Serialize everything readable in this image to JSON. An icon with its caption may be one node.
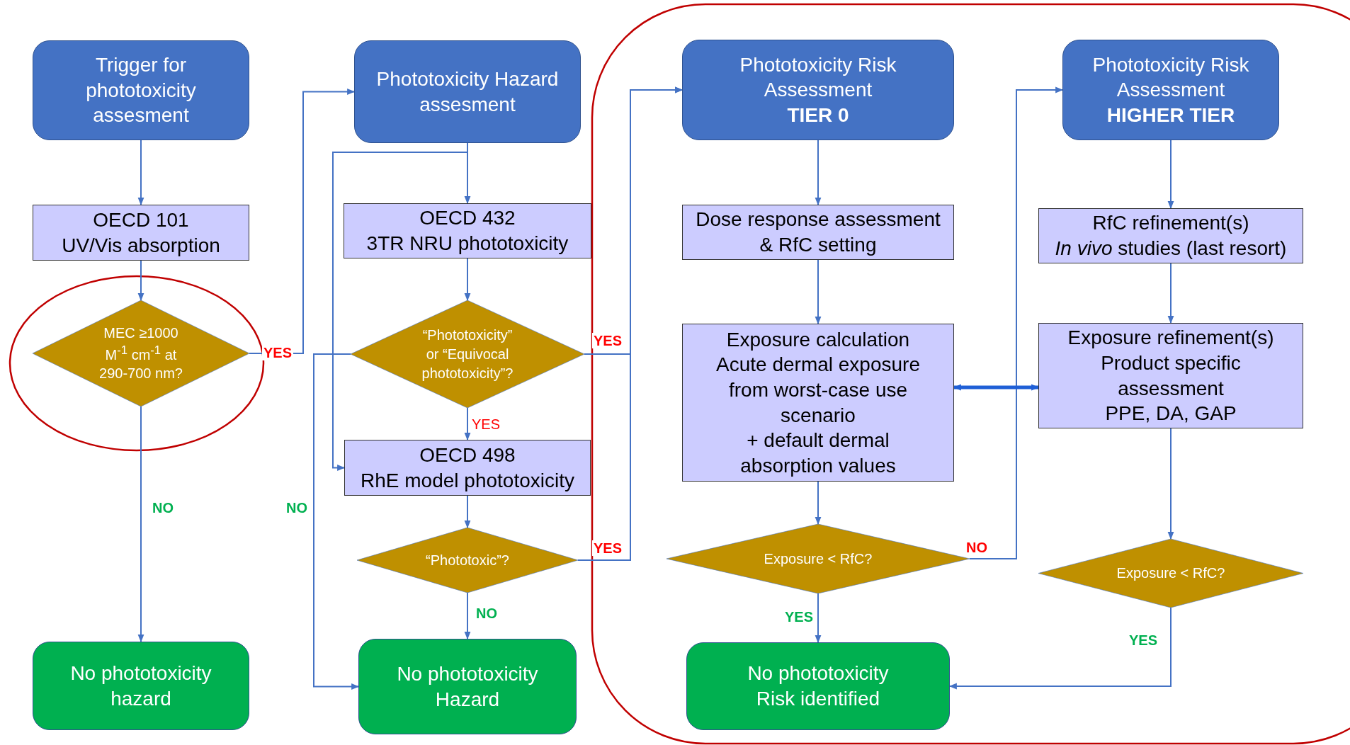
{
  "diagram": {
    "nodes": [
      {
        "text": [
          "Trigger for phototoxicity assesment"
        ]
      },
      {
        "text": [
          "OECD 101",
          "UV/Vis absorption"
        ]
      },
      {
        "text": [
          "MEC ≥1000 M$^{-1}$ cm$^{-1}$ at 290-700 nm?"
        ]
      },
      {
        "text": [
          "No phototoxicity hazard"
        ]
      },
      {
        "text": [
          "Phototoxicity Hazard assesment"
        ]
      },
      {
        "text": [
          "OECD 432",
          "3TR NRU phototoxicity"
        ]
      },
      {
        "text": [
          "“Phototoxicity” or “Equivocal phototoxicity”?"
        ]
      },
      {
        "text": [
          "OECD 498",
          "RhE model phototoxicity"
        ]
      },
      {
        "text": [
          "“Phototoxic”?"
        ]
      },
      {
        "text": [
          "No phototoxicity Hazard"
        ]
      },
      {
        "text": [
          "Phototoxicity Risk Assessment",
          "TIER 0"
        ]
      },
      {
        "text": [
          "Phototoxicity Risk Assessment",
          "HIGHER TIER"
        ]
      },
      {
        "text": [
          "Dose response assessment",
          "& RfC setting"
        ]
      },
      {
        "text": [
          "RfC refinement(s)",
          "*In vivo* studies (last resort)"
        ]
      },
      {
        "text": [
          "Exposure calculation Acute dermal exposure from worst-case use scenario",
          "+ default dermal absorption values"
        ]
      },
      {
        "text": [
          "Exposure refinement(s) Product specific assessment",
          "PPE, DA, GAP"
        ]
      },
      {
        "text": [
          "Exposure < RfC?"
        ]
      },
      {
        "text": [
          "Exposure < RfC?"
        ]
      },
      {
        "text": [
          "No phototoxicity Risk identified"
        ]
      }
    ],
    "edges": [
      {
        "from": 0,
        "to": 1,
        "arrow": "to"
      },
      {
        "from": 1,
        "to": 2,
        "arrow": "to"
      },
      {
        "from": 2,
        "to": 3,
        "arrow": "to",
        "label": "NO"
      },
      {
        "from": 2,
        "to": 4,
        "arrow": "to",
        "label": "YES"
      },
      {
        "from": 4,
        "to": 5,
        "arrow": "to"
      },
      {
        "from": 4,
        "to": 7,
        "arrow": "to"
      },
      {
        "from": 5,
        "to": 6,
        "arrow": "to"
      },
      {
        "from": 6,
        "to": 7,
        "arrow": "to",
        "label": "YES"
      },
      {
        "from": 6,
        "to": 9,
        "arrow": "to",
        "label": "NO"
      },
      {
        "from": 6,
        "to": 10,
        "arrow": "to",
        "label": "YES"
      },
      {
        "from": 7,
        "to": 8,
        "arrow": "to"
      },
      {
        "from": 8,
        "to": 9,
        "arrow": "to",
        "label": "NO"
      },
      {
        "from": 8,
        "to": 10,
        "arrow": "to",
        "label": "YES"
      },
      {
        "from": 10,
        "to": 12,
        "arrow": "to"
      },
      {
        "from": 12,
        "to": 14,
        "arrow": "to"
      },
      {
        "from": 14,
        "to": 16,
        "arrow": "to"
      },
      {
        "from": 16,
        "to": 18,
        "arrow": "to",
        "label": "YES"
      },
      {
        "from": 16,
        "to": 11,
        "arrow": "to",
        "label": "NO"
      },
      {
        "from": 11,
        "to": 13,
        "arrow": "to"
      },
      {
        "from": 13,
        "to": 15,
        "arrow": "to"
      },
      {
        "from": 15,
        "to": 17,
        "arrow": "to"
      },
      {
        "from": 17,
        "to": 18,
        "arrow": "to",
        "label": "YES"
      },
      {
        "from": 14,
        "to": 15,
        "arrow": "both",
        "style": "thick",
        "color": "#1f5fd6"
      }
    ]
  }
}
